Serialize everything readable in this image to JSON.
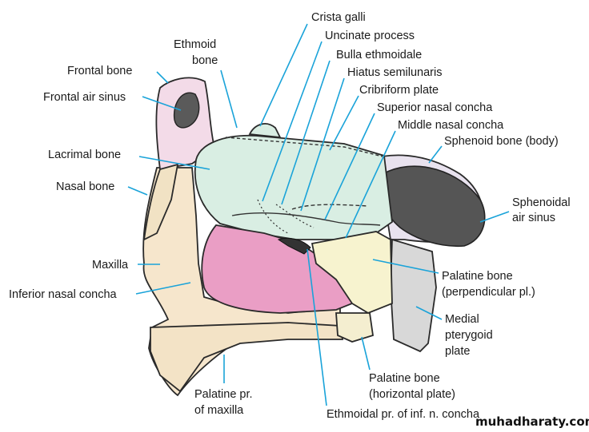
{
  "colors": {
    "leader": "#1aa3d9",
    "maxilla": "#f6e6cc",
    "frontal": "#f3dbe8",
    "ethmoid": "#d9eee3",
    "inferior_concha": "#ea9ec5",
    "palatine": "#f7f3cf",
    "sphenoid": "#e8e2ee",
    "air_sinus": "#5a5a5a",
    "pterygoid": "#d8d8d8"
  },
  "labels": {
    "crista_galli": "Crista galli",
    "uncinate_process": "Uncinate process",
    "bulla_ethmoidale": "Bulla ethmoidale",
    "hiatus_semilunaris": "Hiatus semilunaris",
    "cribriform_plate": "Cribriform plate",
    "superior_nasal_concha": "Superior nasal concha",
    "middle_nasal_concha": "Middle nasal concha",
    "sphenoid_bone_body": "Sphenoid bone (body)",
    "sphenoidal_air_sinus_1": "Sphenoidal",
    "sphenoidal_air_sinus_2": "air sinus",
    "ethmoid_bone_1": "Ethmoid",
    "ethmoid_bone_2": "bone",
    "frontal_bone": "Frontal bone",
    "frontal_air_sinus": "Frontal air sinus",
    "lacrimal_bone": "Lacrimal bone",
    "nasal_bone": "Nasal bone",
    "maxilla": "Maxilla",
    "inferior_nasal_concha": "Inferior nasal concha",
    "palatine_perp_1": "Palatine bone",
    "palatine_perp_2": "(perpendicular pl.)",
    "medial_pterygoid_1": "Medial",
    "medial_pterygoid_2": "pterygoid",
    "medial_pterygoid_3": "plate",
    "palatine_horiz_1": "Palatine bone",
    "palatine_horiz_2": "(horizontal plate)",
    "palatine_pr_1": "Palatine pr.",
    "palatine_pr_2": "of maxilla",
    "ethmoidal_pr": "Ethmoidal pr. of inf. n. concha"
  },
  "watermark": "muhadharaty.com"
}
